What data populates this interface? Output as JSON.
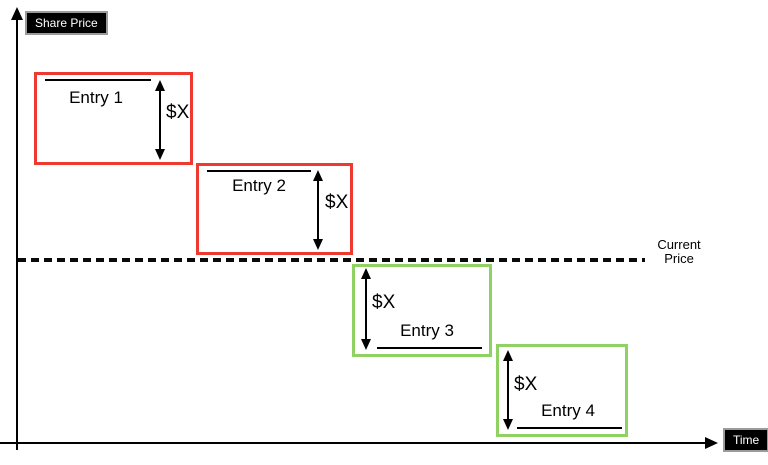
{
  "diagram": {
    "y_axis": {
      "label": "Share Price"
    },
    "x_axis": {
      "label": "Time"
    },
    "current_price": {
      "label": "Current Price"
    },
    "colors": {
      "above_entry_box_border": "#ee3a2e",
      "below_entry_box_border": "#8fd163",
      "ink": "#000000",
      "badge_background": "#000000",
      "badge_text": "#ffffff"
    },
    "entries": [
      {
        "label": "Entry 1",
        "measure": "$X",
        "relation_to_current_price": "above",
        "box_color": "red"
      },
      {
        "label": "Entry 2",
        "measure": "$X",
        "relation_to_current_price": "above",
        "box_color": "red"
      },
      {
        "label": "Entry 3",
        "measure": "$X",
        "relation_to_current_price": "below",
        "box_color": "green"
      },
      {
        "label": "Entry 4",
        "measure": "$X",
        "relation_to_current_price": "below",
        "box_color": "green"
      }
    ]
  }
}
